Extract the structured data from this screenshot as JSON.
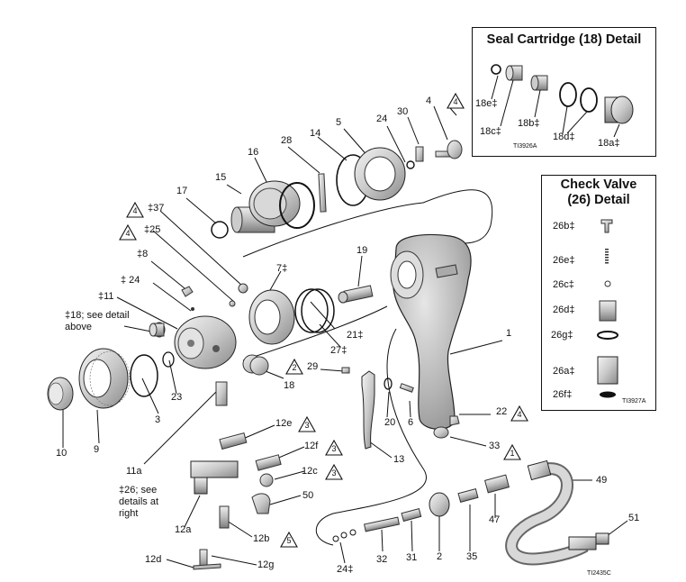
{
  "seal_cartridge": {
    "title": "Seal Cartridge (18) Detail",
    "code": "TI3926A",
    "labels": [
      "18e‡",
      "18c‡",
      "18b‡",
      "18d‡",
      "18a‡"
    ]
  },
  "check_valve": {
    "title_line1": "Check Valve",
    "title_line2": "(26) Detail",
    "code": "TI3927A",
    "labels": [
      "26b‡",
      "26e‡",
      "26c‡",
      "26d‡",
      "26g‡",
      "26a‡",
      "26f‡"
    ]
  },
  "main_code": "TI2435C",
  "callouts": {
    "c1": "1",
    "c2": "2",
    "c3": "3",
    "c4": "4",
    "c5": "5",
    "c6": "6",
    "c7": "7‡",
    "c8": "‡8",
    "c9": "9",
    "c10": "10",
    "c11": "‡11",
    "c12a": "12a",
    "c12b": "12b",
    "c12c": "12c",
    "c12d": "12d",
    "c12e": "12e",
    "c12f": "12f",
    "c12g": "12g",
    "c13": "13",
    "c14": "14",
    "c15": "15",
    "c16": "16",
    "c17": "17",
    "c18": "18",
    "c18see": "‡18; see detail above",
    "c19": "19",
    "c20": "20",
    "c21": "21‡",
    "c22": "22",
    "c23": "23",
    "c24top": "24",
    "c24left": "‡  24",
    "c24bottom": "24‡",
    "c25": "‡25",
    "c26see": "‡26; see details at right",
    "c27": "27‡",
    "c28": "28",
    "c29": "29",
    "c30": "30",
    "c31": "31",
    "c32": "32",
    "c33": "33",
    "c35": "35",
    "c37": "‡37",
    "c11a": "11a",
    "c47": "47",
    "c49": "49",
    "c50": "50",
    "c51": "51"
  },
  "warning_triangles": {
    "t4_top": "4",
    "t4_37": "4",
    "t4_25": "4",
    "t2_29": "2",
    "t4_22": "4",
    "t1": "1",
    "t3_12e": "3",
    "t3_12f": "3",
    "t3_12c": "3",
    "t5_12b": "5"
  }
}
